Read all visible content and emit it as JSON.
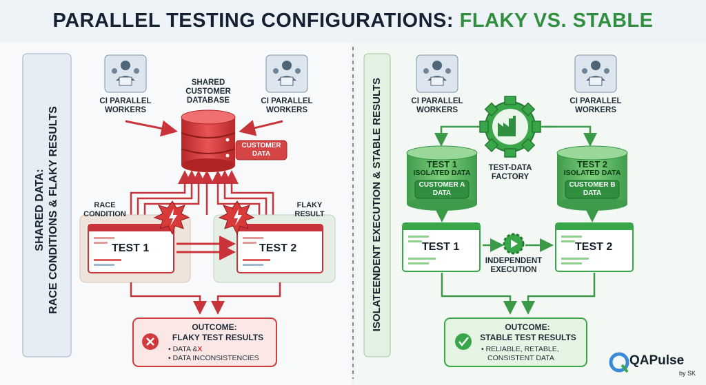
{
  "title": {
    "main": "PARALLEL TESTING CONFIGURATIONS:",
    "accent": "FLAKY VS. STABLE"
  },
  "left": {
    "side_label_line1": "SHARED DATA:",
    "side_label_line2": "RACE CONDITIONS & FLAKY RESULTS",
    "worker_left_line1": "CI PARALLEL",
    "worker_left_line2": "WORKERS",
    "worker_right_line1": "CI PARALLEL",
    "worker_right_line2": "WORKERS",
    "db_line1": "SHARED",
    "db_line2": "CUSTOMER",
    "db_line3": "DATABASE",
    "db_tag_line1": "CUSTOMER",
    "db_tag_line2": "DATA",
    "race_line1": "RACE",
    "race_line2": "CONDITION",
    "flaky_line1": "FLAKY",
    "flaky_line2": "RESULT",
    "test1": "TEST 1",
    "test2": "TEST 2",
    "outcome_title": "OUTCOME:",
    "outcome_sub": "FLAKY TEST RESULTS",
    "bullet1_a": "• DATA &",
    "bullet1_b": "X",
    "bullet2": "• DATA INCONSISTENCIES"
  },
  "right": {
    "side_label": "ISOLATEENDENT EXECUTION & STABLE RESULTS",
    "worker_left_line1": "CI PARALLEL",
    "worker_left_line2": "WORKERS",
    "worker_right_line1": "CI PARALLEL",
    "worker_right_line2": "WORKERS",
    "factory_line1": "TEST-DATA",
    "factory_line2": "FACTORY",
    "cyl1_line1": "TEST 1",
    "cyl1_line2": "ISOLATED DATA",
    "cyl1_tag_line1": "CUSTOMER A",
    "cyl1_tag_line2": "DATA",
    "cyl2_line1": "TEST 2",
    "cyl2_line2": "ISOLATED DATA",
    "cyl2_tag_line1": "CUSTOMER B",
    "cyl2_tag_line2": "DATA",
    "test1": "TEST 1",
    "test2": "TEST 2",
    "indep_line1": "INDEPENDENT",
    "indep_line2": "EXECUTION",
    "outcome_title": "OUTCOME:",
    "outcome_sub": "STABLE TEST RESULTS",
    "bullet1": "• RELIABLE, RETABLE,",
    "bullet2": "CONSISTENT DATA"
  },
  "logo": {
    "name": "QAPulse",
    "sub": "by SK"
  },
  "colors": {
    "red": "#d23b3b",
    "green": "#3aa64a",
    "navy": "#142233"
  }
}
